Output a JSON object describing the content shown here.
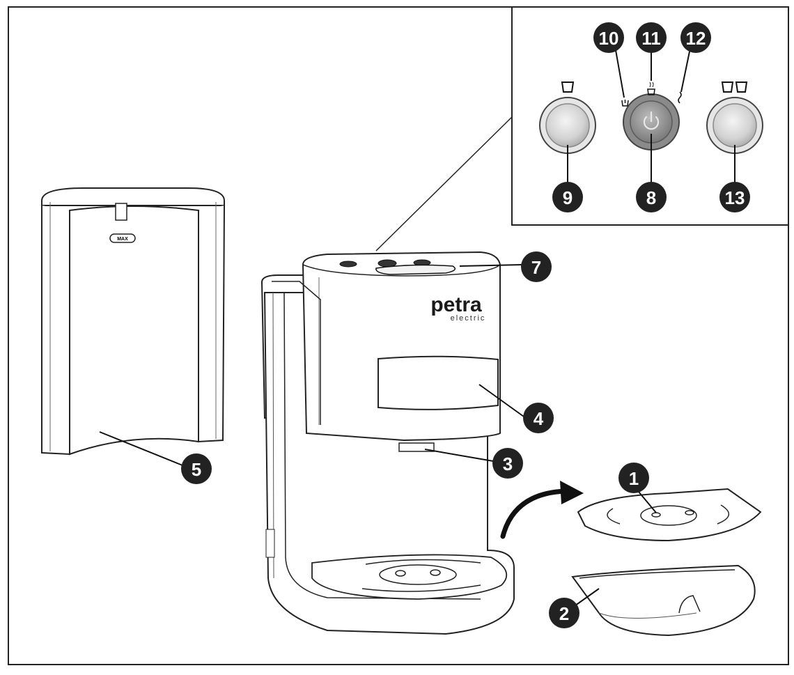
{
  "brand": {
    "name": "petra",
    "subtitle": "electric"
  },
  "tank_label": "MAX",
  "callouts": [
    {
      "id": "1",
      "label": "1",
      "part": "drip-tray-grid"
    },
    {
      "id": "2",
      "label": "2",
      "part": "drip-tray"
    },
    {
      "id": "3",
      "label": "3",
      "part": "coffee-outlet"
    },
    {
      "id": "4",
      "label": "4",
      "part": "pod-holder"
    },
    {
      "id": "5",
      "label": "5",
      "part": "water-tank"
    },
    {
      "id": "7",
      "label": "7",
      "part": "control-panel"
    },
    {
      "id": "8",
      "label": "8",
      "part": "power-button"
    },
    {
      "id": "9",
      "label": "9",
      "part": "single-cup-button"
    },
    {
      "id": "10",
      "label": "10",
      "part": "power-indicator"
    },
    {
      "id": "11",
      "label": "11",
      "part": "ready-indicator"
    },
    {
      "id": "12",
      "label": "12",
      "part": "steam-indicator"
    },
    {
      "id": "13",
      "label": "13",
      "part": "double-cup-button"
    }
  ],
  "icons": [
    "single-cup-icon",
    "power-icon",
    "double-cup-icon",
    "arrow-icon"
  ],
  "colors": {
    "line": "#1a1a1a",
    "callout_fill": "#222222",
    "button_face": "#d6d6d6",
    "power_ring": "#6e6e6e"
  }
}
